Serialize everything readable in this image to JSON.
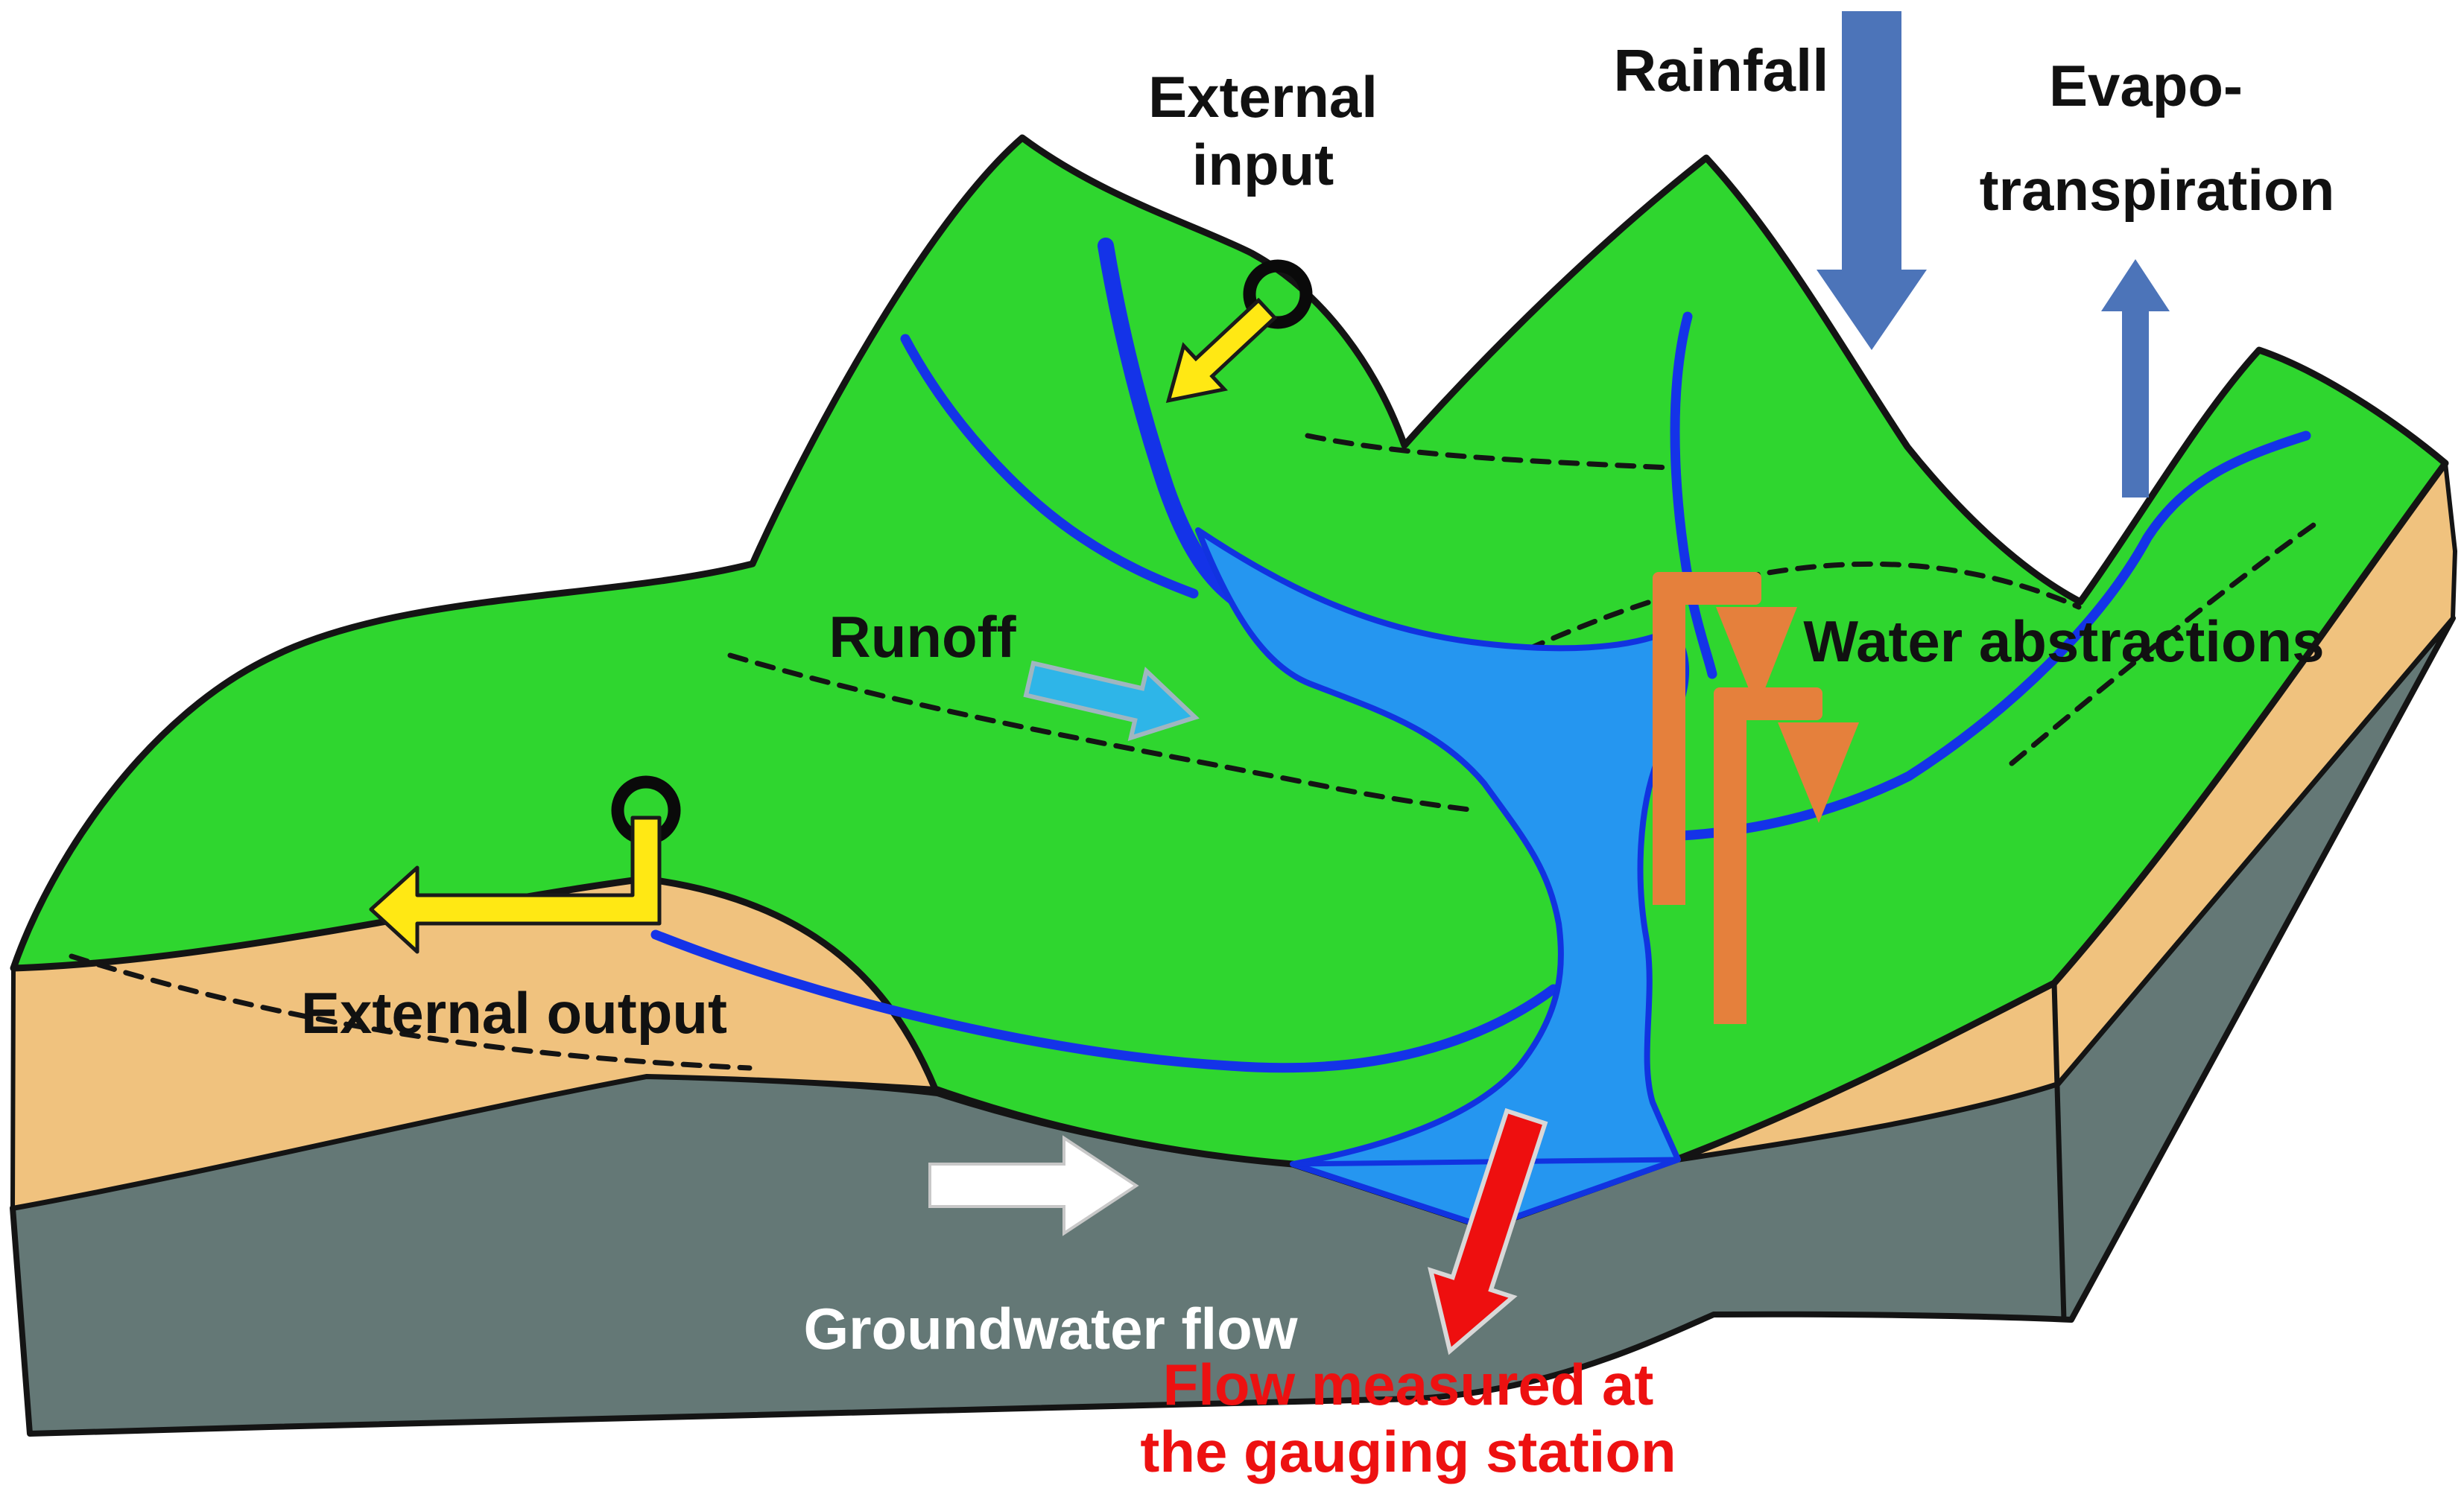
{
  "diagram": {
    "labels": {
      "external_input_line1": "External",
      "external_input_line2": "input",
      "rainfall": "Rainfall",
      "evapo_line1": "Evapo-",
      "evapo_line2": "transpiration",
      "runoff": "Runoff",
      "water_abstractions": "Water abstractions",
      "external_output": "External output",
      "groundwater_flow": "Groundwater flow",
      "gauging_line1": "Flow measured at",
      "gauging_line2": "the gauging station"
    },
    "colors": {
      "background": "#FFFFFF",
      "surface_green": "#2FD62F",
      "soil_tan": "#F0C27E",
      "bedrock_gray": "#647876",
      "river_blue": "#2596F0",
      "river_outline": "#1133E0",
      "stream_blue": "#1433E8",
      "rain_evap_arrow": "#4C74B9",
      "runoff_arrow": "#2EB5E8",
      "yellow_arrow": "#FFE814",
      "orange_arrow": "#E5803C",
      "red_arrow": "#EE0F0F",
      "white_arrow": "#FFFFFF",
      "outline_black": "#141414",
      "text_dark": "#111111",
      "text_red": "#ED1111",
      "text_white": "#FFFFFF"
    }
  }
}
